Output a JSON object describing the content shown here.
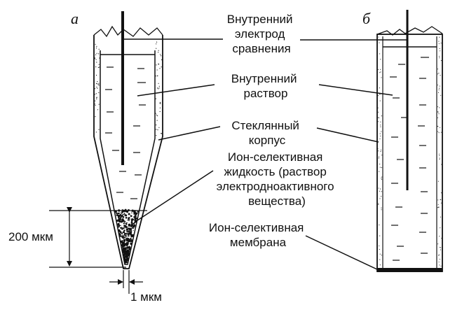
{
  "panels": {
    "a": "а",
    "b": "б"
  },
  "labels": {
    "ref_electrode": [
      "Внутренний",
      "электрод",
      "сравнения"
    ],
    "solution": [
      "Внутренний",
      "раствор"
    ],
    "body": [
      "Стеклянный",
      "корпус"
    ],
    "liquid": [
      "Ион-селективная",
      "жидкость (раствор",
      "электродноактивного",
      "вещества)"
    ],
    "membrane": [
      "Ион-селективная",
      "мембрана"
    ]
  },
  "dimensions": {
    "length": "200 мкм",
    "tip": "1 мкм"
  },
  "colors": {
    "ink": "#111111",
    "background": "#ffffff"
  }
}
